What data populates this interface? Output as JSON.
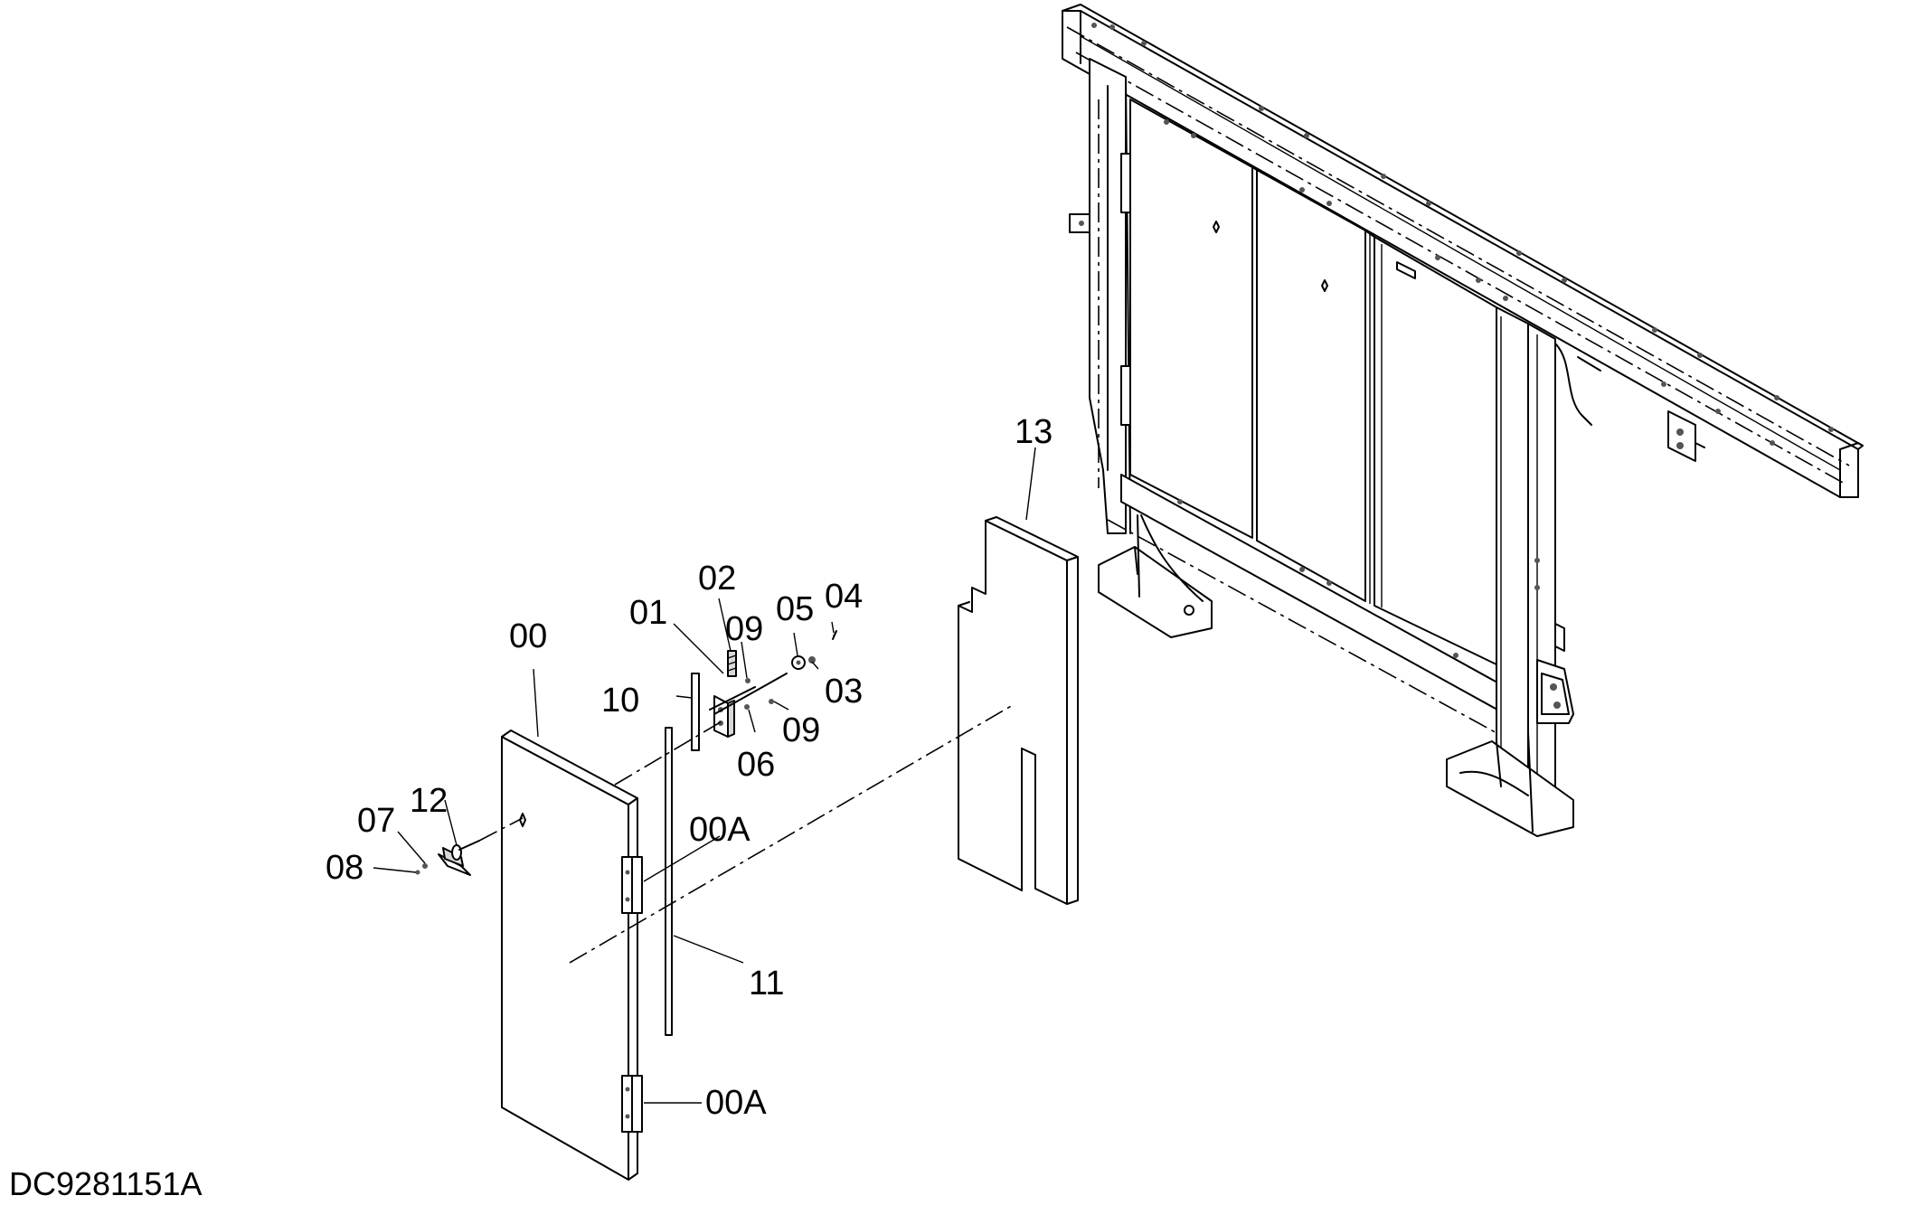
{
  "drawing_number": "DC9281151A",
  "callouts": {
    "door": "00",
    "hinge_upper": "00A",
    "hinge_lower": "00A",
    "part_01": "01",
    "part_02": "02",
    "part_03": "03",
    "part_04": "04",
    "part_05": "05",
    "part_06": "06",
    "part_07": "07",
    "part_08": "08",
    "part_09_upper": "09",
    "part_09_lower": "09",
    "part_10": "10",
    "part_11": "11",
    "part_12": "12",
    "part_13": "13"
  }
}
